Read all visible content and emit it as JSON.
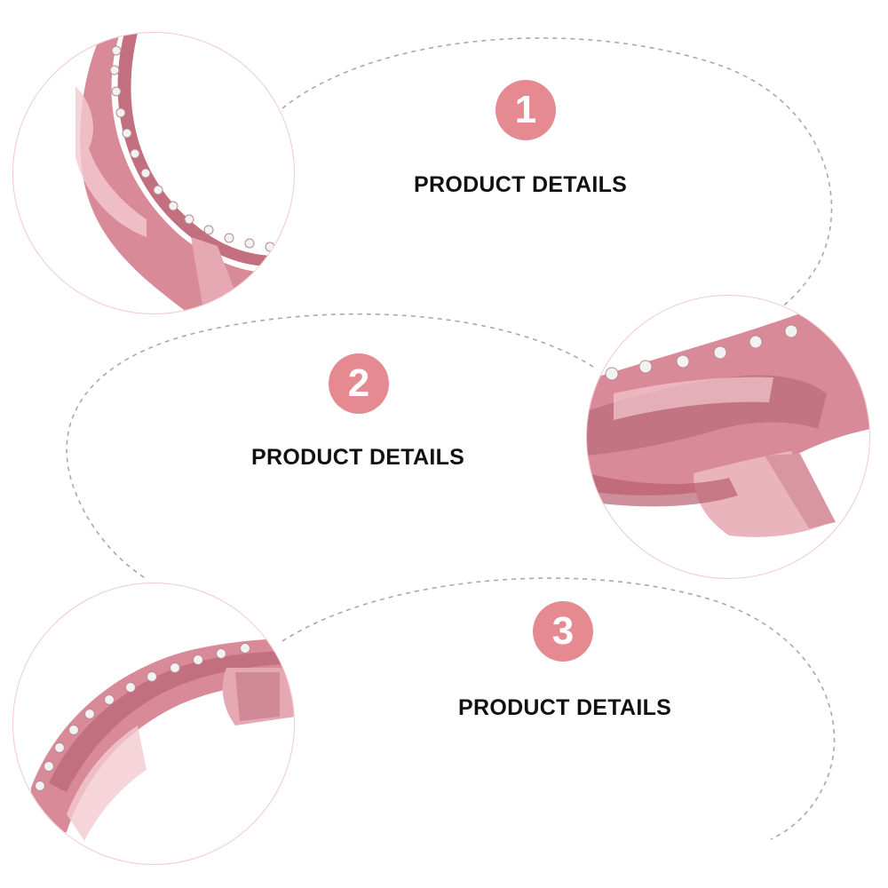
{
  "colors": {
    "badge": "#e58a91",
    "dashed_line": "#a9a9a9",
    "photo_border": "#f2c9ce",
    "frame_pink": "#d98a98",
    "frame_light": "#f3c9d1",
    "frame_dark": "#b8606f",
    "rhinestone": "#f2f2f2"
  },
  "sections": [
    {
      "number": "1",
      "label": "PRODUCT DETAILS"
    },
    {
      "number": "2",
      "label": "PRODUCT DETAILS"
    },
    {
      "number": "3",
      "label": "PRODUCT DETAILS"
    }
  ],
  "photos": [
    {
      "subject": "pink rhinestone bezel frame close-up"
    },
    {
      "subject": "pink rhinestone bezel frame clip close-up"
    },
    {
      "subject": "pink rhinestone bezel frame edge close-up"
    }
  ]
}
